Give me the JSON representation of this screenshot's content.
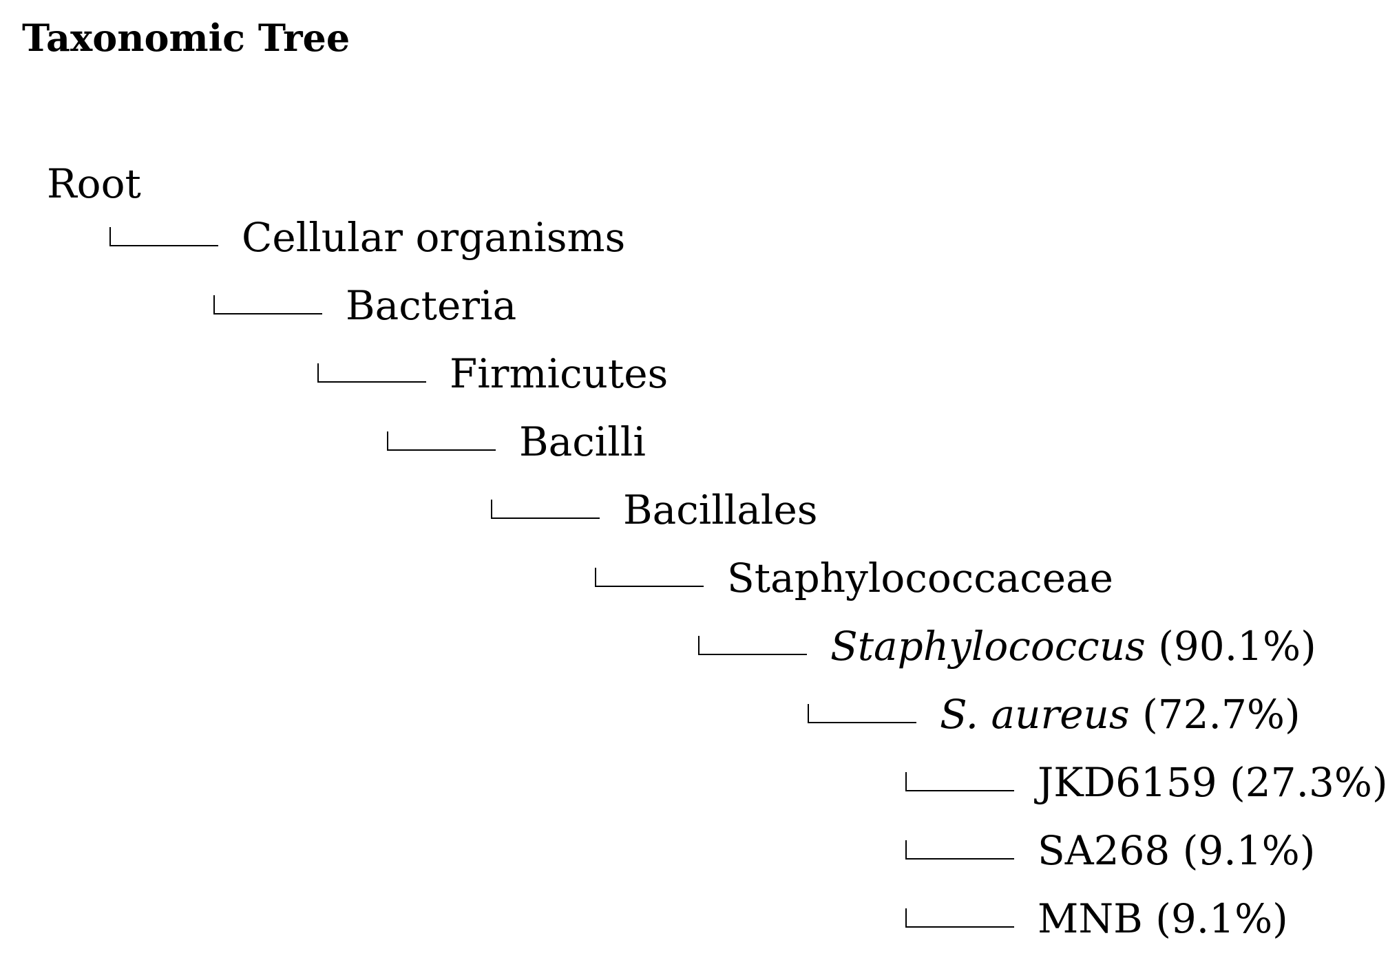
{
  "title": "Taxonomic Tree",
  "tree": {
    "root": {
      "label": "Root"
    },
    "nodes": [
      {
        "name": "Cellular organisms",
        "pct": ""
      },
      {
        "name": "Bacteria",
        "pct": ""
      },
      {
        "name": "Firmicutes",
        "pct": ""
      },
      {
        "name": "Bacilli",
        "pct": ""
      },
      {
        "name": "Bacillales",
        "pct": ""
      },
      {
        "name": "Staphylococcaceae",
        "pct": ""
      },
      {
        "name": "Staphylococcus",
        "pct": "(90.1%)"
      },
      {
        "name": "S. aureus",
        "pct": "(72.7%)"
      },
      {
        "name": "JKD6159",
        "pct": "(27.3%)"
      },
      {
        "name": "SA268",
        "pct": "(9.1%)"
      },
      {
        "name": "MNB",
        "pct": "(9.1%)"
      }
    ]
  }
}
